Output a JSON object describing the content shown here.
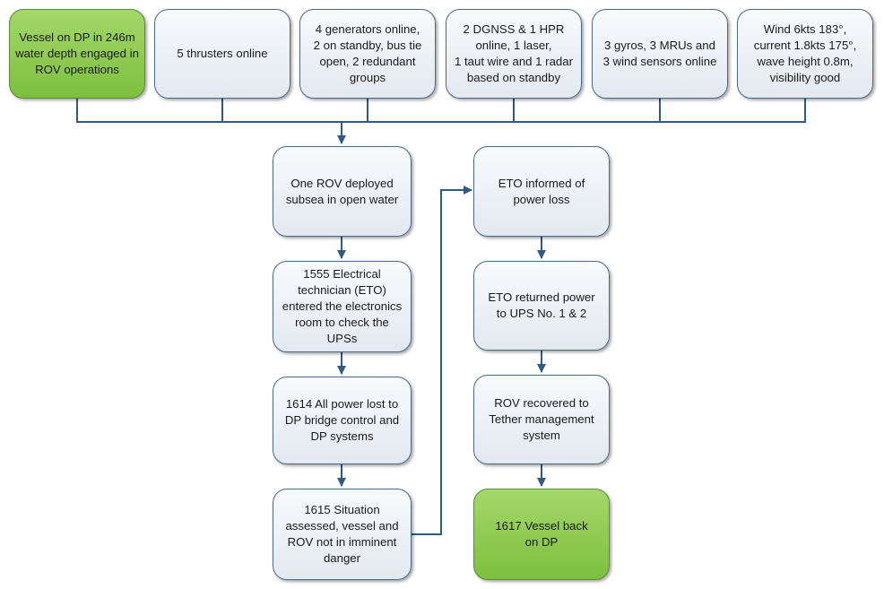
{
  "nodes": {
    "top1": "Vessel on DP in 246m\nwater depth engaged in\nROV operations",
    "top2": "5 thrusters online",
    "top3": "4 generators online,\n2 on standby, bus tie\nopen, 2 redundant\ngroups",
    "top4": "2 DGNSS & 1 HPR\nonline, 1 laser,\n1 taut wire and 1 radar\nbased on standby",
    "top5": "3 gyros, 3 MRUs and\n3 wind sensors online",
    "top6": "Wind 6kts 183°,\ncurrent 1.8kts 175°,\nwave height 0.8m,\nvisibility good",
    "left1": "One ROV deployed\nsubsea in open water",
    "left2": "1555 Electrical\ntechnician (ETO)\nentered the electronics\nroom to check the\nUPSs",
    "left3": "1614 All power lost to\nDP bridge control and\nDP systems",
    "left4": "1615 Situation\nassessed, vessel and\nROV not in imminent\ndanger",
    "right1": "ETO informed of\npower loss",
    "right2": "ETO returned power\nto UPS No. 1 & 2",
    "right3": "ROV recovered to\nTether management\nsystem",
    "right4": "1617 Vessel back\non DP"
  },
  "colors": {
    "box_fill": "#e3e9f1",
    "box_border": "#4a6a8a",
    "highlight_fill": "#7dbf3e",
    "connector": "#2f5a85"
  }
}
